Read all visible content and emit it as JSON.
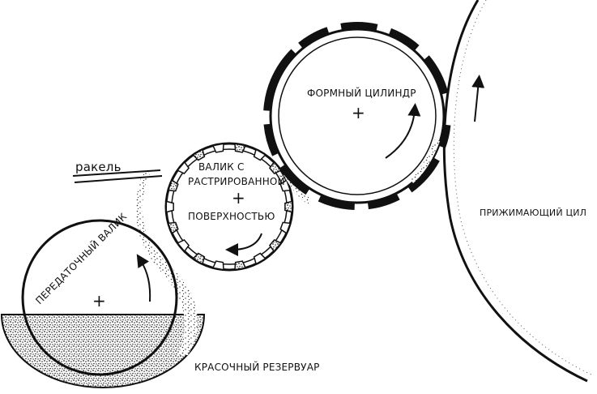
{
  "labels": {
    "doctor_blade": "ракель",
    "anilox_roller_line1": "ВАЛИК С",
    "anilox_roller_line2": "РАСТРИРОВАННОЙ",
    "anilox_roller_line3": "ПОВЕРХНОСТЬЮ",
    "plate_cylinder": "ФОРМНЫЙ ЦИЛИНДР",
    "impression_cylinder": "ПРИЖИМАЮЩИЙ ЦИЛ",
    "transfer_roller": "ПЕРЕДАТОЧНЫЙ ВАЛИК",
    "ink_reservoir": "КРАСОЧНЫЙ РЕЗЕРВУАР"
  },
  "symbols": {
    "center_mark": "+"
  }
}
